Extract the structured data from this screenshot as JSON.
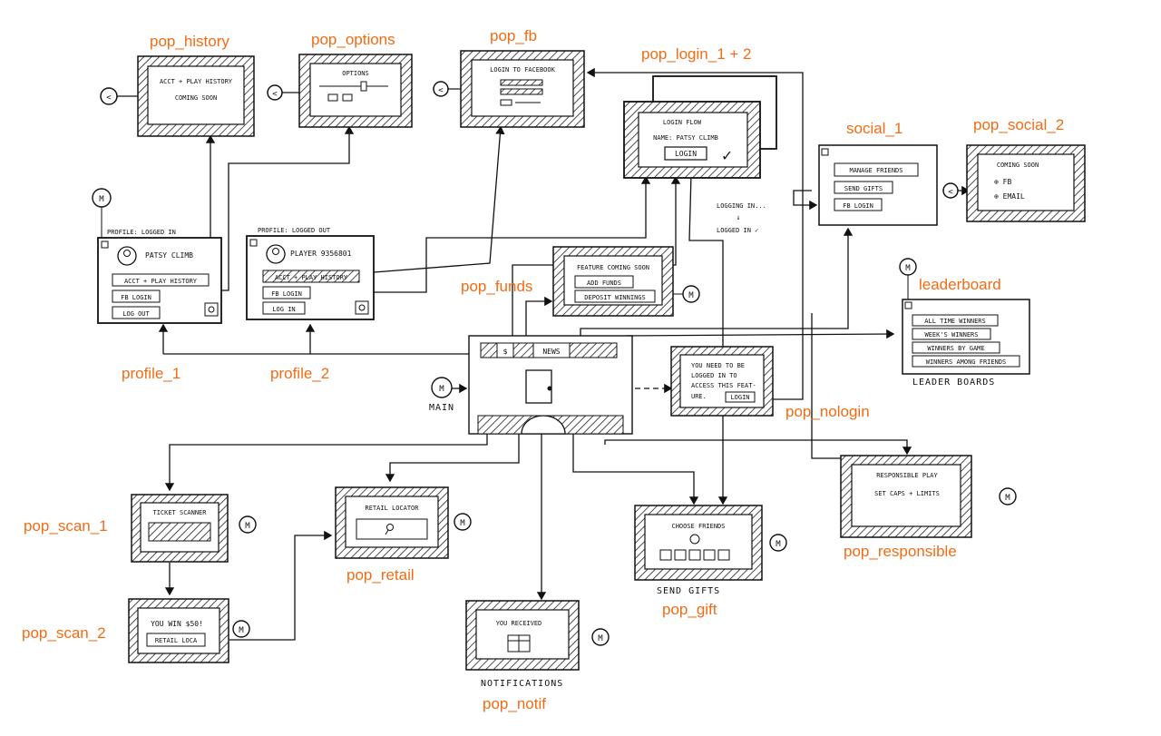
{
  "labels": {
    "pop_history": "pop_history",
    "pop_options": "pop_options",
    "pop_fb": "pop_fb",
    "pop_login": "pop_login_1 + 2",
    "social_1": "social_1",
    "pop_social_2": "pop_social_2",
    "pop_funds": "pop_funds",
    "leaderboard": "leaderboard",
    "profile_1": "profile_1",
    "profile_2": "profile_2",
    "pop_nologin": "pop_nologin",
    "pop_scan_1": "pop_scan_1",
    "pop_scan_2": "pop_scan_2",
    "pop_retail": "pop_retail",
    "pop_gift": "pop_gift",
    "pop_responsible": "pop_responsible",
    "pop_notif": "pop_notif"
  },
  "captions": {
    "main": "MAIN",
    "leaderboards": "LEADER BOARDS",
    "send_gifts": "SEND GIFTS",
    "notifications": "NOTIFICATIONS"
  },
  "sketch": {
    "m_icon": "M",
    "back_icon": "<",
    "history": {
      "title": "ACCT + PLAY HISTORY",
      "body": "COMING SOON"
    },
    "options": {
      "title": "OPTIONS"
    },
    "fb": {
      "title": "LOGIN TO FACEBOOK"
    },
    "login_flow": {
      "title": "LOGIN FLOW",
      "name": "NAME: PATSY CLIMB",
      "button": "LOGIN",
      "check": "✓",
      "logging_in": "LOGGING IN...",
      "arrow": "↓",
      "logged_in": "LOGGED IN ✓"
    },
    "social_1": {
      "manage_friends": "MANAGE FRIENDS",
      "send_gifts": "SEND GIFTS",
      "fb_login": "FB LOGIN"
    },
    "social_2": {
      "coming_soon": "COMING SOON",
      "fb": "⊕ FB",
      "email": "⊕ EMAIL"
    },
    "profile_1": {
      "header": "PROFILE: LOGGED IN",
      "name": "PATSY CLIMB",
      "history": "ACCT + PLAY HISTORY",
      "fb_login": "FB LOGIN",
      "log_out": "LOG OUT"
    },
    "profile_2": {
      "header": "PROFILE: LOGGED OUT",
      "player": "PLAYER 9356801",
      "history": "ACCT + PLAY HISTORY",
      "fb_login": "FB LOGIN",
      "log_in": "LOG IN"
    },
    "funds": {
      "title": "FEATURE COMING SOON",
      "add_funds": "ADD FUNDS",
      "deposit": "DEPOSIT WINNINGS"
    },
    "leaderboard": {
      "items": [
        "ALL TIME WINNERS",
        "WEEK'S WINNERS",
        "WINNERS BY GAME",
        "WINNERS AMONG FRIENDS"
      ]
    },
    "main": {
      "dollar": "$",
      "news": "NEWS"
    },
    "nologin": {
      "lines": [
        "YOU NEED TO BE",
        "LOGGED IN TO",
        "ACCESS THIS FEAT-",
        "URE."
      ],
      "button": "LOGIN"
    },
    "scan_1": {
      "title": "TICKET SCANNER"
    },
    "scan_2": {
      "title": "YOU WIN $50!",
      "button": "RETAIL LOCA"
    },
    "retail": {
      "title": "RETAIL LOCATOR"
    },
    "gift": {
      "title": "CHOOSE FRIENDS"
    },
    "responsible": {
      "title": "RESPONSIBLE PLAY",
      "body": "SET CAPS + LIMITS"
    },
    "notif": {
      "title": "YOU RECEIVED"
    }
  },
  "colors": {
    "label": "#f36c14",
    "ink": "#111111",
    "background": "#ffffff"
  }
}
